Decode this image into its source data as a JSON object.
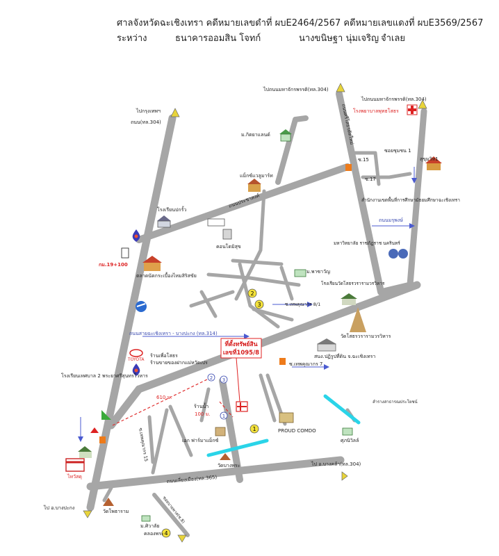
{
  "header": {
    "line1": "ศาลจังหวัดฉะเชิงเทรา  คดีหมายเลขดำที่ ผบE2464/2567  คดีหมายเลขแดงที่ ผบE3569/2567",
    "between": "ระหว่าง",
    "plaintiff": "ธนาคารออมสิน  โจทก์",
    "defendant": "นางขนิษฐา  นุ่มเจริญ",
    "defendant_role": "จำเลย"
  },
  "labels": {
    "to_bangkok": "ไปกรุงเทพฯ",
    "road_304_a": "ถนน(ทล.304)",
    "to_motor_top": "ไปถนนมหาจักรพรรดิ(ทล.304)",
    "to_motor_right": "ไปถนนมหาจักรพรรดิ(ทล.304)",
    "hospital": "โรงพยาบาลพุทธโสธร",
    "kitiya": "ม.กิตยาแลนด์",
    "makro": "แม็กซ์แวลูมาร์ท",
    "school_chuen": "โรงเรียนปกรั้ว",
    "road_prachasongkhro": "ถนนประชาสงค์",
    "condo": "คอนโดมิสุข",
    "market": "ตลาดนัดกระเบื้องไหมสิริสขัย",
    "km": "กม.19+100",
    "pracha_soi": "ซอยชุมชน 1",
    "soi15": "ซ.15",
    "soi17": "ซ.17",
    "eng_office": "สำนักงานเขตพื้นที่การศึกษามัธยมศึกษาฉะเชิงเทรา",
    "road_marut": "ถนนมรุพงษ์",
    "univ": "มหาวิทยาลัย ราชภัฏราช นครินทร์",
    "m_phawachan": "ม.พาซาวัญ",
    "school_sothon": "โรงเรียนวัดโสธรวรารามวรวิหาร",
    "soi_theparak81": "ซ.เทพคุณากร 8/1",
    "road_main": "ถนนสายฉะเชิงเทรา - บางปะกง (ทล.314)",
    "wat_sothon": "วัดโสธรวรารามวรวิหาร",
    "land_office": "สนง.ปฏิรูปที่ดิน จ.ฉะเชิงเทรา",
    "soi_theparak7": "ซ.เทพคุณากร 7",
    "target_line1": "ที่ตั้งทรัพย์สิน",
    "target_line2": "เลขที่1095/8",
    "shop1": "ร้านเพื่อโสธร",
    "shop2": "ร้านขายของฝากแม่หวัดเปร",
    "dist610": "610 ม.",
    "dist100": "100 ม.",
    "shop_noodle": "ร้านน้ำ",
    "pharmacy": "เอก ฟาร์มาแม็กซ์",
    "proud": "PROUD COMDO",
    "drain": "ลำรางสาธารณประโยชน์",
    "school_left": "โรงเรียนเทศบาล 2 พระยาศรีสุนทรโวหาร",
    "thaiwatsadu": "ไทวัสดุ",
    "wat_bang": "วัดบางพระ",
    "soi15b": "ซ.เทพคุณากร 15",
    "to_bangkla": "ไป อ.บางคล้า(ทล.304)",
    "road_bypass": "ถนนเลี่ยงเมือง(ทล.365)",
    "to_bangpakong": "ไป อ.บางปะกง",
    "wat_phothi": "วัดโพธาราม",
    "m_siri": "ม.ศิวาลัย",
    "khlong": "คลองพระ",
    "sukjai": "ศุภนิวิลล์",
    "shoplane": "สุขุมวิท1",
    "soi_bypass": "ซอยบายพาส(ซ.8)",
    "road_sri_sothon": "ถนนศรีโสธรตัดใหม่",
    "toyota": "TOYOTA",
    "num1": "1",
    "num2": "2",
    "num3": "3",
    "num4": "4",
    "r1": "1",
    "r2": "2",
    "r3": "3"
  }
}
